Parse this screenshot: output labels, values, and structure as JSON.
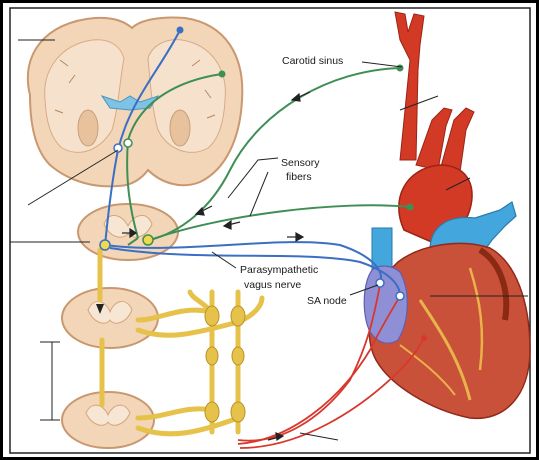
{
  "labels": {
    "carotid_sinus": "Carotid sinus",
    "sensory_fibers_line1": "Sensory",
    "sensory_fibers_line2": "fibers",
    "parasympathetic_line1": "Parasympathetic",
    "parasympathetic_line2": "vagus nerve",
    "sa_node": "SA node"
  },
  "colors": {
    "frame": "#000000",
    "sensory_nerve": "#3f8f55",
    "vagus_nerve": "#3a6fc4",
    "sympathetic_chain": "#e6c24a",
    "sympathetic_fiber": "#d8382c",
    "heart_muscle": "#c9513a",
    "aorta": "#d23a26",
    "pulmonary": "#43a6dd",
    "atrium": "#8f8fd6",
    "brain_tissue": "#f3d6b8"
  }
}
